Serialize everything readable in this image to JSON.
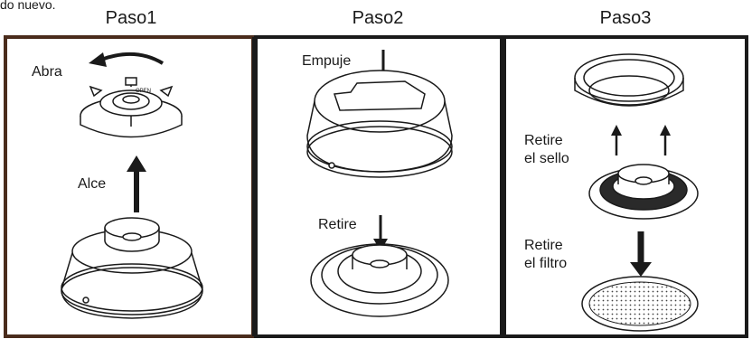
{
  "top_fragment": "do nuevo.",
  "steps": [
    {
      "header": "Paso1",
      "labels": {
        "open": "Abra",
        "lift": "Alce"
      }
    },
    {
      "header": "Paso2",
      "labels": {
        "push": "Empuje",
        "remove": "Retire"
      }
    },
    {
      "header": "Paso3",
      "labels": {
        "remove_seal_1": "Retire",
        "remove_seal_2": "el sello",
        "remove_filter_1": "Retire",
        "remove_filter_2": "el filtro"
      }
    }
  ],
  "part_text": {
    "open_marking": "OPEN"
  },
  "colors": {
    "panel1_border": "#4a2c1c",
    "border": "#1a1a1a",
    "line": "#1a1a1a"
  }
}
